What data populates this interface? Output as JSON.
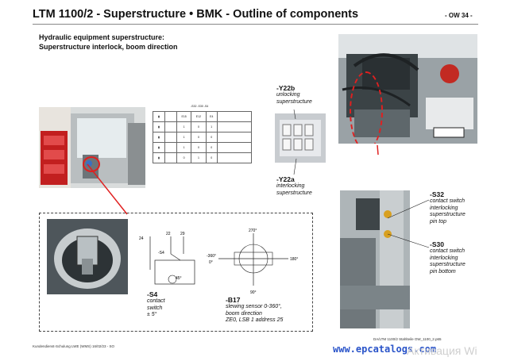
{
  "header": {
    "title": "LTM 1100/2 - Superstructure • BMK - Outline of components",
    "page": "- OW 34 -"
  },
  "subtitle": {
    "line1": "Hydraulic equipment superstructure:",
    "line2": "Superstructure interlock, boom direction"
  },
  "components": {
    "y22b": {
      "code": "-Y22b",
      "line1": "unlocking",
      "line2": "superstructure"
    },
    "y22a": {
      "code": "-Y22a",
      "line1": "interlocking",
      "line2": "superstructure"
    },
    "s32": {
      "code": "-S32",
      "line1": "contact switch",
      "line2": "interlocking",
      "line3": "superstructure",
      "line4": "pin top"
    },
    "s30": {
      "code": "-S30",
      "line1": "contact switch",
      "line2": "interlocking",
      "line3": "superstructure",
      "line4": "pin bottom"
    },
    "s4": {
      "code": "-S4",
      "line1": "contact",
      "line2": "switch",
      "line3": "± 5°"
    },
    "b17": {
      "code": "-B17",
      "line1": "slewing sensor 0-360°,",
      "line2": "boom direction",
      "line3": "ZE0, LSB 1 address 25"
    }
  },
  "switch_table": {
    "header": [
      "-S32",
      "-S30",
      "-S4"
    ],
    "cols": [
      "E15",
      "E12",
      "E4"
    ],
    "rows": [
      [
        "1",
        "0",
        "1"
      ],
      [
        "1",
        "0",
        "0"
      ],
      [
        "1",
        "0",
        "0"
      ],
      [
        "0",
        "1",
        "0"
      ]
    ]
  },
  "diagram": {
    "t24": "24",
    "t22": "22",
    "t29": "29",
    "s4lbl": "-S4",
    "angle": "45°",
    "deg270": "270°",
    "deg360": "-360°",
    "deg0": "0°",
    "deg180": "180°",
    "deg90": "90°"
  },
  "footer": {
    "left": "Kundendienst-Schulung LWE (WMS) 16/02/23 - SO",
    "right": "DA/LTM 1100/2 Stahlteile OW_1100_2.p65"
  },
  "watermark": "www.epcatalogs.com",
  "activation": "Активация Wi"
}
